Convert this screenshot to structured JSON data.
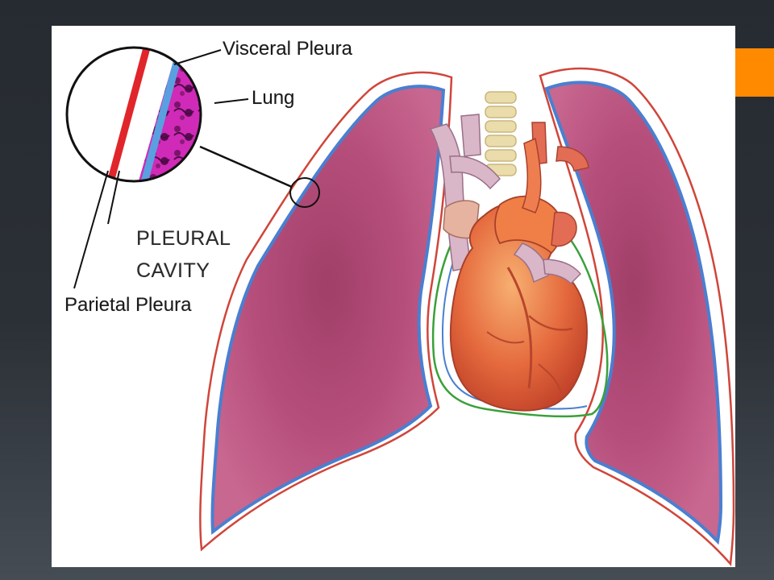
{
  "labels": {
    "visceral_pleura": "Visceral Pleura",
    "lung": "Lung",
    "pleural_cavity_line1": "PLEURAL",
    "pleural_cavity_line2": "CAVITY",
    "parietal_pleura": "Parietal Pleura"
  },
  "colors": {
    "accent": "#ff8a00",
    "lung_tissue": "#b84a78",
    "visceral_pleura": "#4a7fd0",
    "parietal_pleura": "#d8322a",
    "heart": "#e4643a",
    "pericardium": "#3aa03a",
    "vessels": "#d9b3c4",
    "trachea": "#e8d9a6"
  },
  "icons": {
    "magnifier": "zoom-circle-icon"
  }
}
